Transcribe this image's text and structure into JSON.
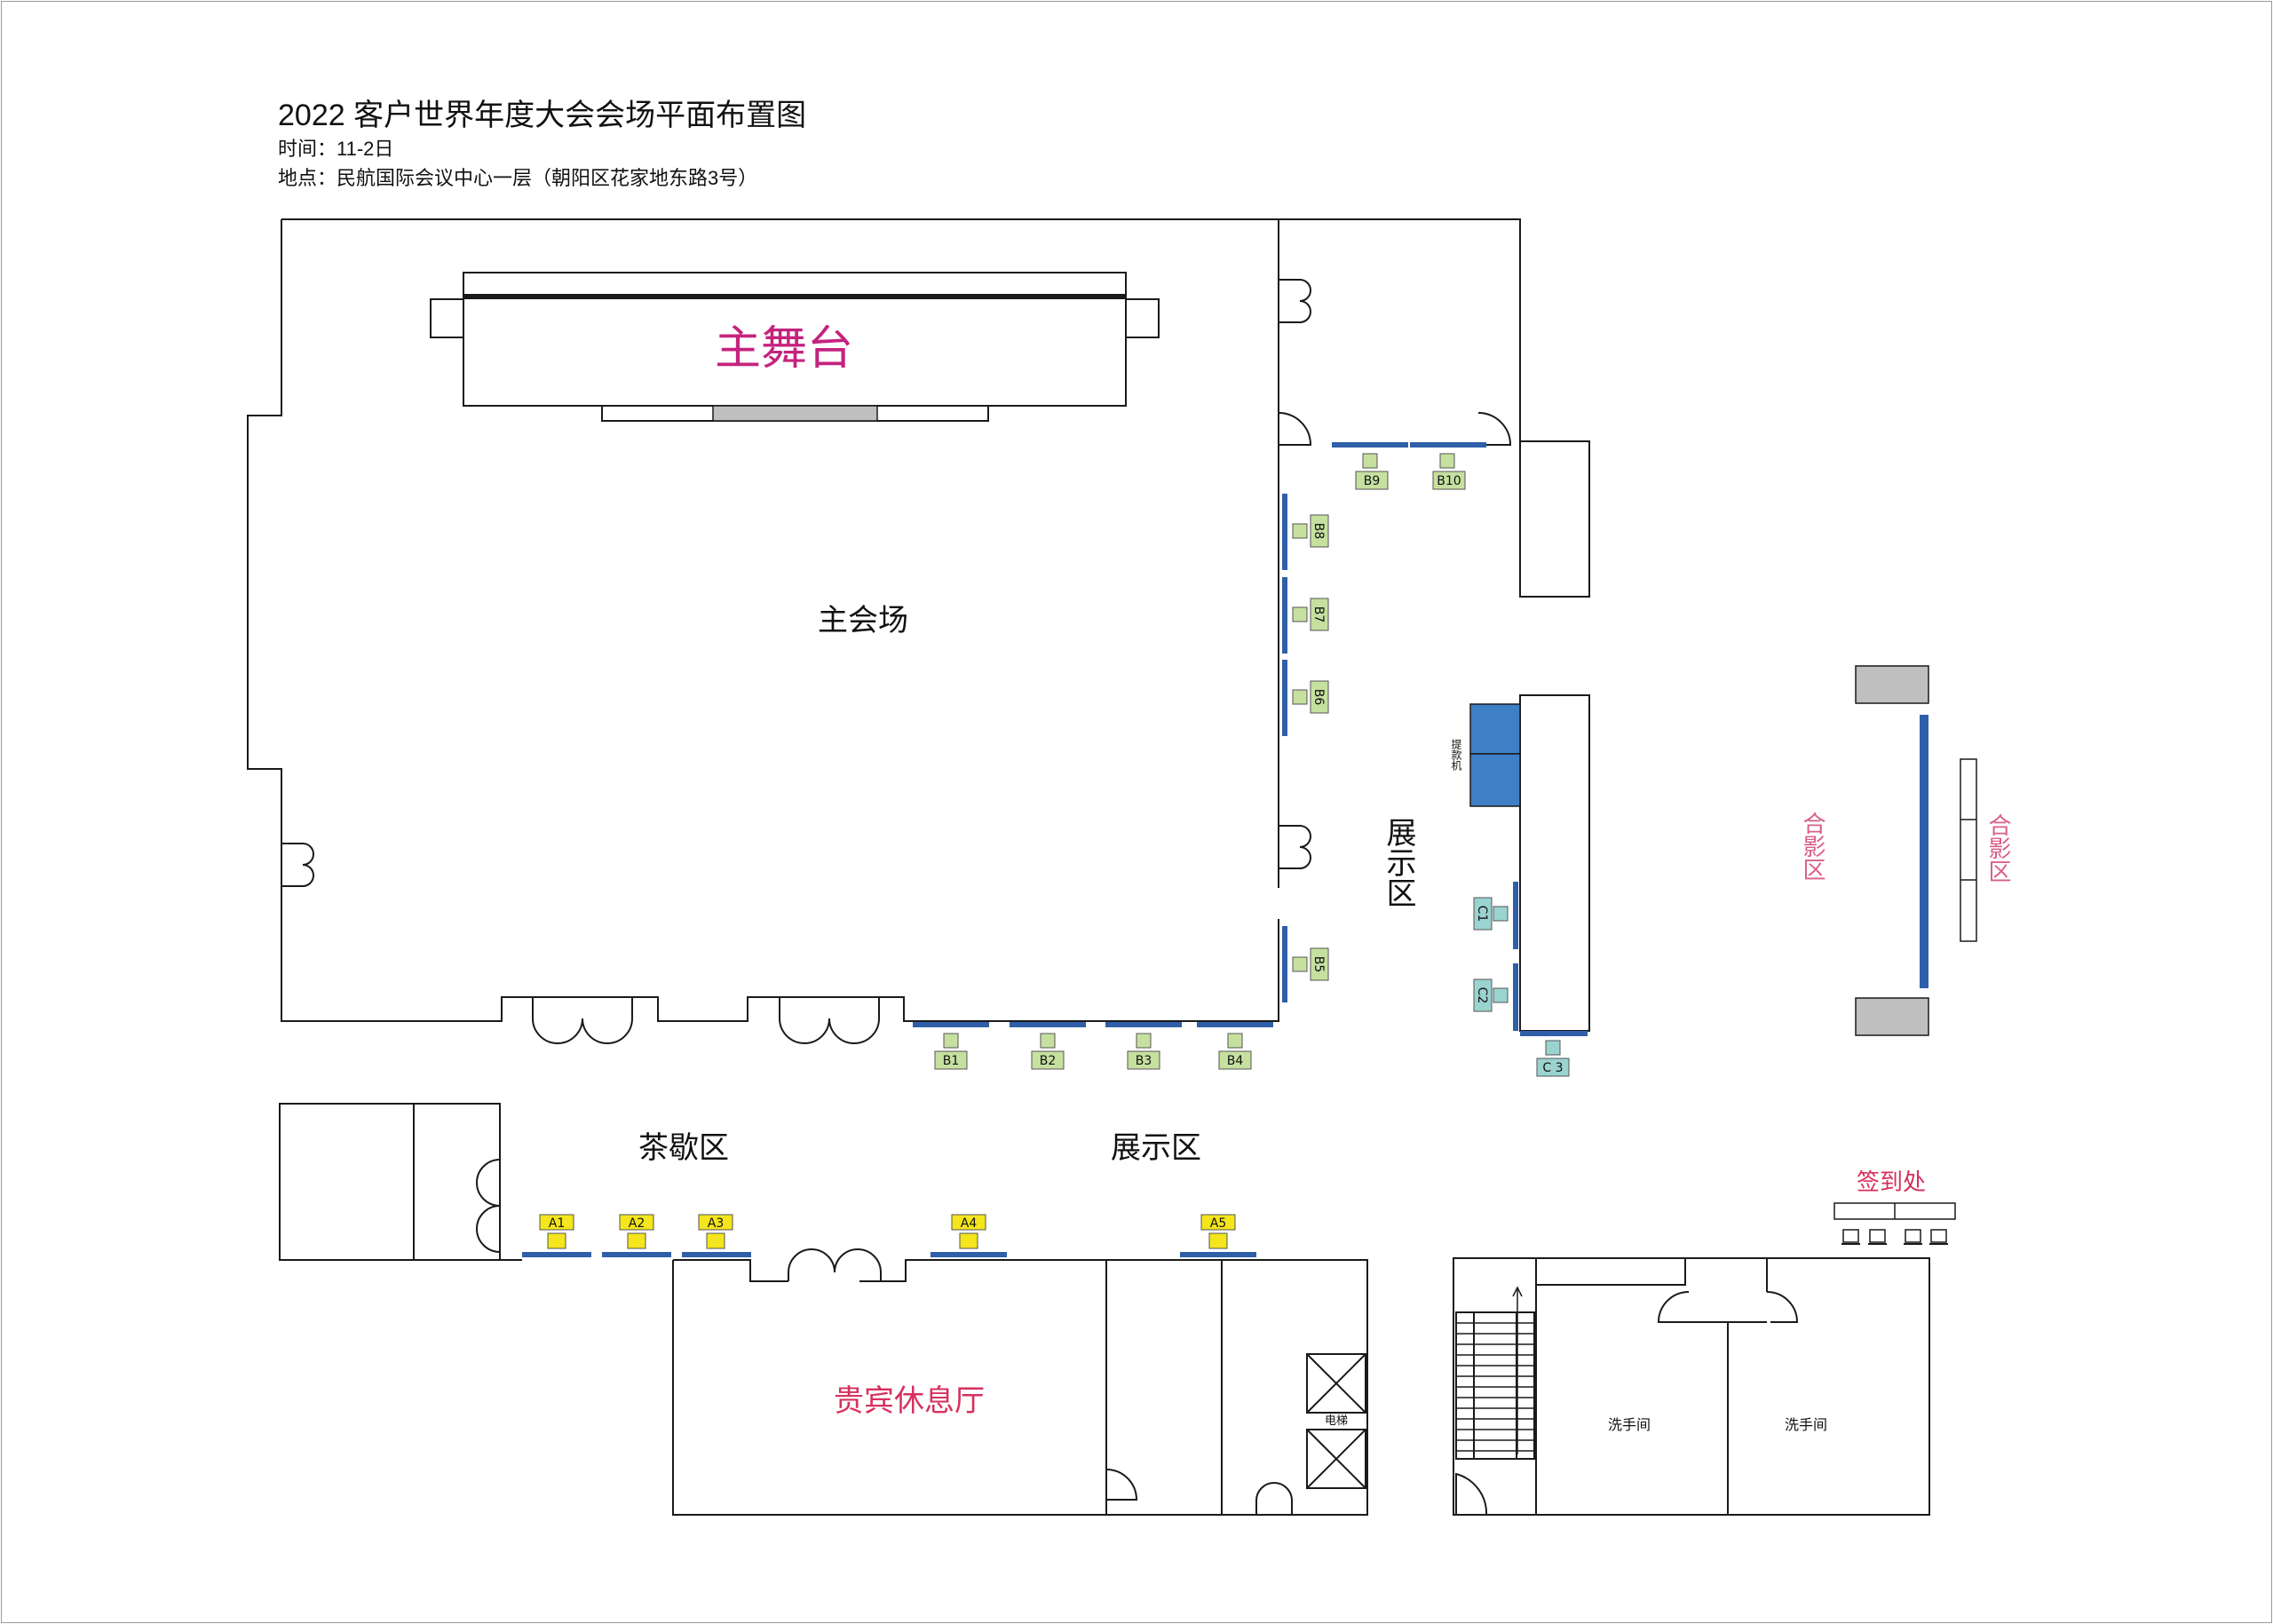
{
  "header": {
    "title": "2022 客户世界年度大会会场平面布置图",
    "time": "时间：11-2日",
    "location": "地点：民航国际会议中心一层（朝阳区花家地东路3号）"
  },
  "areas": {
    "main_stage": "主舞台",
    "main_hall": "主会场",
    "display_east": "展示区",
    "display_south": "展示区",
    "tea_break": "茶歇区",
    "vip_lounge": "贵宾休息厅",
    "photo_left": "合影区",
    "photo_right": "合影区",
    "sign_in": "签到处",
    "atm": "提款机",
    "elevator": "电梯",
    "washroom_1": "洗手间",
    "washroom_2": "洗手间"
  },
  "booths": {
    "A1": "A1",
    "A2": "A2",
    "A3": "A3",
    "A4": "A4",
    "A5": "A5",
    "B1": "B1",
    "B2": "B2",
    "B3": "B3",
    "B4": "B4",
    "B5": "B5",
    "B6": "B6",
    "B7": "B7",
    "B8": "B8",
    "B9": "B9",
    "B10": "B10",
    "C1": "C1",
    "C2": "C2",
    "C3": "C 3"
  },
  "colors": {
    "wall": "#1a1a1a",
    "display_wall": "#2f5fa8",
    "booth_b": "#c6e0a0",
    "booth_a": "#f4e51c",
    "booth_c": "#9ad3d0",
    "atm": "#3f7fc6",
    "stage_label": "#c4237d",
    "vip_label": "#d6315e",
    "photo_label": "#d85f88",
    "gray_block": "#bfbfbf"
  }
}
